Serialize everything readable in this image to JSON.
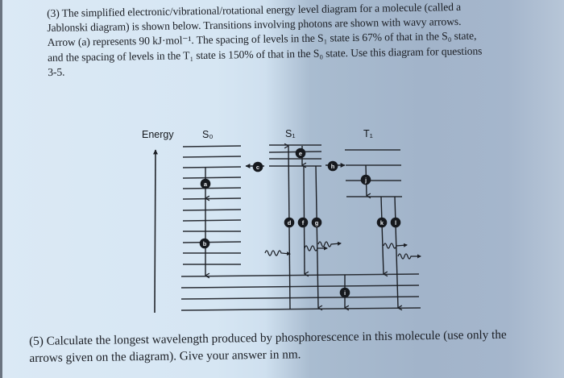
{
  "question3": {
    "lines": [
      "(3)  The simplified electronic/vibrational/rotational energy level diagram for a molecule (called a",
      "Jablonski diagram) is shown below.  Transitions involving photons are shown with wavy arrows.",
      "Arrow (a) represents 90 kJ·mol⁻¹.  The spacing of levels in the S₁ state is 67% of that in the S₀ state,",
      "and the spacing of levels in the T₁ state is 150% of that in the S₀ state.   Use this diagram for questions",
      "3-5."
    ]
  },
  "diagram": {
    "axis_label": "Energy",
    "state_labels": {
      "s0": "S₀",
      "s1": "S₁",
      "t1": "T₁"
    },
    "arrows": {
      "a": "a",
      "b": "b",
      "c": "c",
      "d": "d",
      "e": "e",
      "f": "f",
      "g": "g",
      "h": "h",
      "i": "i",
      "j": "j",
      "k": "k",
      "l": "l"
    },
    "wavy_arrows": [
      "d",
      "f",
      "g",
      "k",
      "l"
    ],
    "arrow_a_energy": "90 kJ·mol⁻¹",
    "s1_spacing_pct_of_s0": "67%",
    "t1_spacing_pct_of_s0": "150%"
  },
  "question5": {
    "lines": [
      "(5)  Calculate the longest wavelength produced by phosphorescence in this molecule (use only the",
      "arrows given on the diagram).  Give your answer in nm."
    ]
  }
}
